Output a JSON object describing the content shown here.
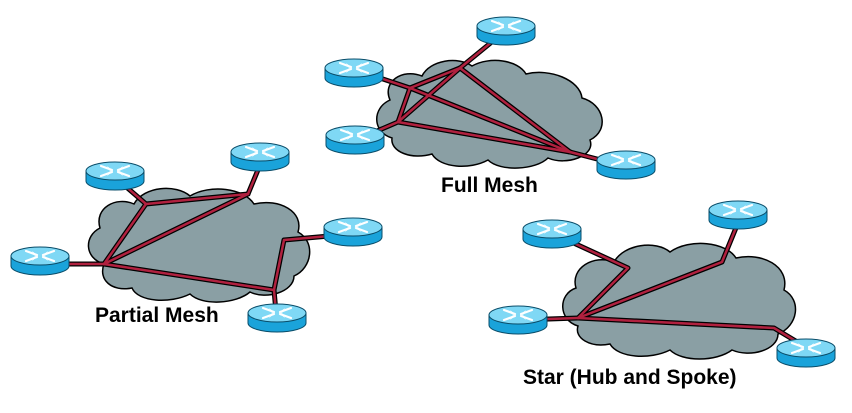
{
  "topologies": {
    "full_mesh": {
      "label": "Full Mesh"
    },
    "partial_mesh": {
      "label": "Partial Mesh"
    },
    "star": {
      "label": "Star (Hub and Spoke)"
    }
  },
  "colors": {
    "cloud_fill": "#8a9fa4",
    "cloud_stroke": "#000000",
    "link_inner": "#b0213f",
    "link_outer": "#000000",
    "router_body": "#1aa3da",
    "router_top": "#7fd8f5",
    "router_arrows": "#ffffff"
  },
  "icons": {
    "router": "router-icon",
    "cloud": "cloud-icon"
  }
}
